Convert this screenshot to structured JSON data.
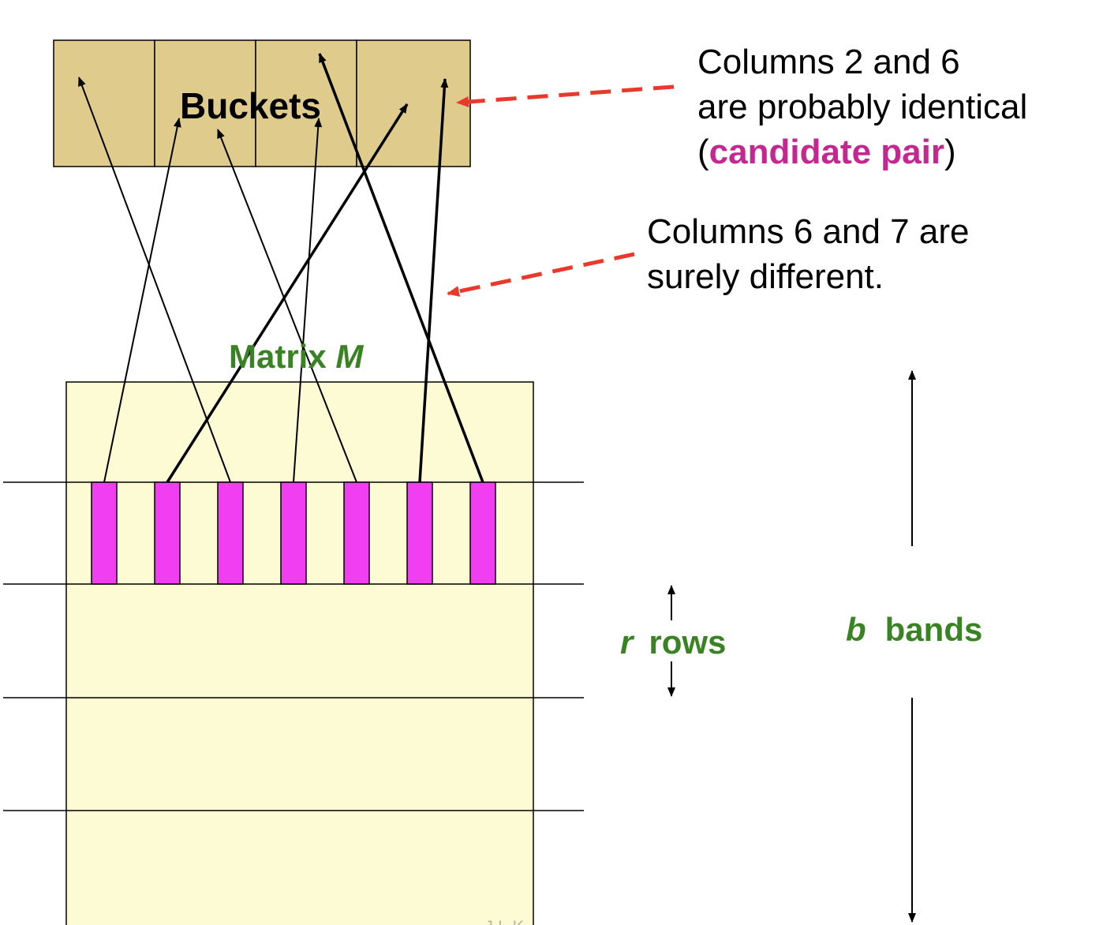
{
  "colors": {
    "bucket_fill": "#dfcb8c",
    "matrix_fill": "#fdfbd3",
    "column_fill": "#f03ef0",
    "label_green": "#3a8324",
    "dashed_arrow": "#e8392c",
    "candidate_pair": "#c4278f"
  },
  "buckets": {
    "label": "Buckets",
    "count": 4
  },
  "matrix": {
    "label_prefix": "Matrix ",
    "label_var": "M",
    "band_column_count": 7,
    "footer_text": "J.L.K"
  },
  "annotations": {
    "identical": {
      "line1": "Columns 2 and 6",
      "line2": "are probably identical",
      "open_paren": "(",
      "highlight": "candidate pair",
      "close_paren": ")"
    },
    "different": {
      "line1": "Columns 6 and 7 are",
      "line2": "surely different."
    }
  },
  "rows_label": {
    "var": "r",
    "text": "rows"
  },
  "bands_label": {
    "var": "b",
    "text": "bands"
  },
  "hash_mapping": [
    {
      "column": 1,
      "bucket": 2
    },
    {
      "column": 2,
      "bucket": 4
    },
    {
      "column": 3,
      "bucket": 1
    },
    {
      "column": 4,
      "bucket": 3
    },
    {
      "column": 5,
      "bucket": 2
    },
    {
      "column": 6,
      "bucket": 4
    },
    {
      "column": 7,
      "bucket": 3
    }
  ]
}
